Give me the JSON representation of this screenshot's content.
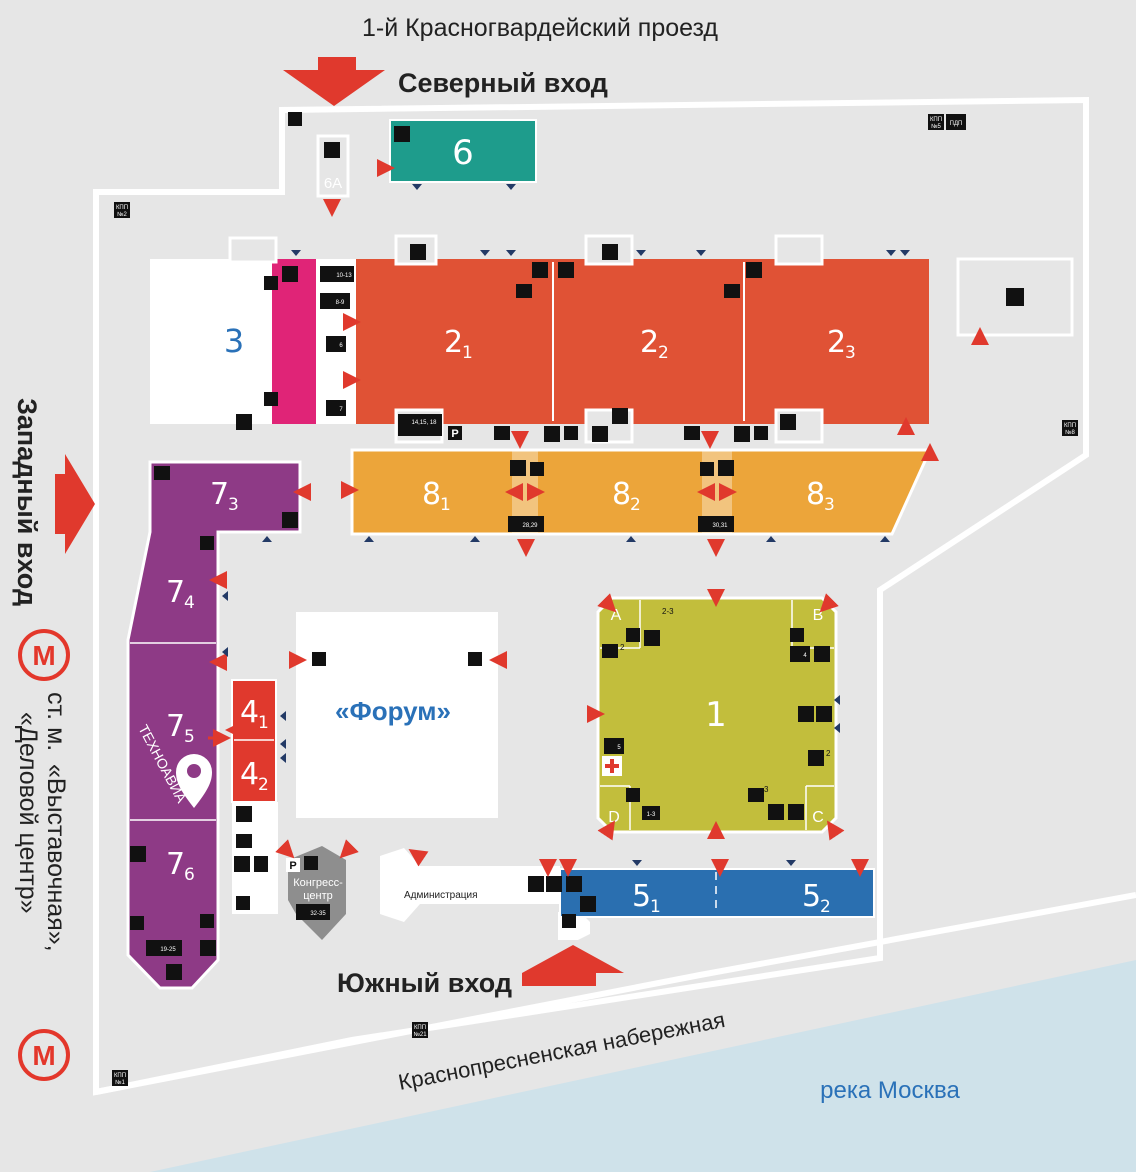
{
  "streets": {
    "north": "1-й Красногвардейский проезд",
    "south": "Краснопресненская набережная",
    "river": "река Москва"
  },
  "entrances": {
    "north": "Северный вход",
    "south": "Южный вход",
    "west": "Западный вход"
  },
  "metro": {
    "prefix": "ст. м.",
    "line1": "«Выставочная»,",
    "line2": "«Деловой центр»",
    "icon": "metro-icon",
    "color": "#e3372b"
  },
  "halls": {
    "h6": {
      "num": "6",
      "color": "#1e9c8c"
    },
    "h6a": {
      "num": "6А"
    },
    "h3": {
      "num": "3",
      "color": "#ffffff",
      "text_color": "#2a71b8"
    },
    "h2_1": {
      "num": "2",
      "sub": "1",
      "color": "#e05235"
    },
    "h2_2": {
      "num": "2",
      "sub": "2"
    },
    "h2_3": {
      "num": "2",
      "sub": "3"
    },
    "h8_1": {
      "num": "8",
      "sub": "1",
      "color": "#eca53a"
    },
    "h8_2": {
      "num": "8",
      "sub": "2"
    },
    "h8_3": {
      "num": "8",
      "sub": "3"
    },
    "h7_3": {
      "num": "7",
      "sub": "3",
      "color": "#8e3a86"
    },
    "h7_4": {
      "num": "7",
      "sub": "4"
    },
    "h7_5": {
      "num": "7",
      "sub": "5"
    },
    "h7_6": {
      "num": "7",
      "sub": "6"
    },
    "h4_1": {
      "num": "4",
      "sub": "1",
      "color": "#e0392d"
    },
    "h4_2": {
      "num": "4",
      "sub": "2"
    },
    "forum": {
      "name": "«Форум»",
      "text_color": "#2a71b8"
    },
    "h1": {
      "num": "1",
      "color": "#c2be3c",
      "corners": [
        "A",
        "B",
        "C",
        "D"
      ]
    },
    "h5_1": {
      "num": "5",
      "sub": "1",
      "color": "#2a6fb0"
    },
    "h5_2": {
      "num": "5",
      "sub": "2"
    }
  },
  "congress": {
    "line1": "Конгресс-",
    "line2": "центр",
    "color": "#8e8e8e"
  },
  "admin": {
    "label": "Администрация"
  },
  "marker": {
    "label": "ТЕХНОАВИА",
    "icon": "location-pin-icon"
  },
  "checkpoints": [
    {
      "label": "КПП",
      "num": "№2"
    },
    {
      "label": "КПП",
      "num": "№5"
    },
    {
      "label": "ПДП",
      "num": ""
    },
    {
      "label": "КПП",
      "num": "№8"
    },
    {
      "label": "КПП",
      "num": "№21"
    },
    {
      "label": "КПП",
      "num": "№1"
    }
  ],
  "elevator_tags": [
    "10-13",
    "8-9",
    "6",
    "7",
    "14,15,\n18",
    "28,29",
    "30,31",
    "19-25",
    "5",
    "4",
    "32-35"
  ],
  "small_tags": [
    "2-3",
    "2",
    "1-3",
    "3",
    "2"
  ],
  "colors": {
    "ground": "#e6e6e6",
    "river": "#cfe2ea",
    "arrow_red": "#e0392d",
    "arrow_blue": "#233a66",
    "outline": "#ffffff"
  }
}
